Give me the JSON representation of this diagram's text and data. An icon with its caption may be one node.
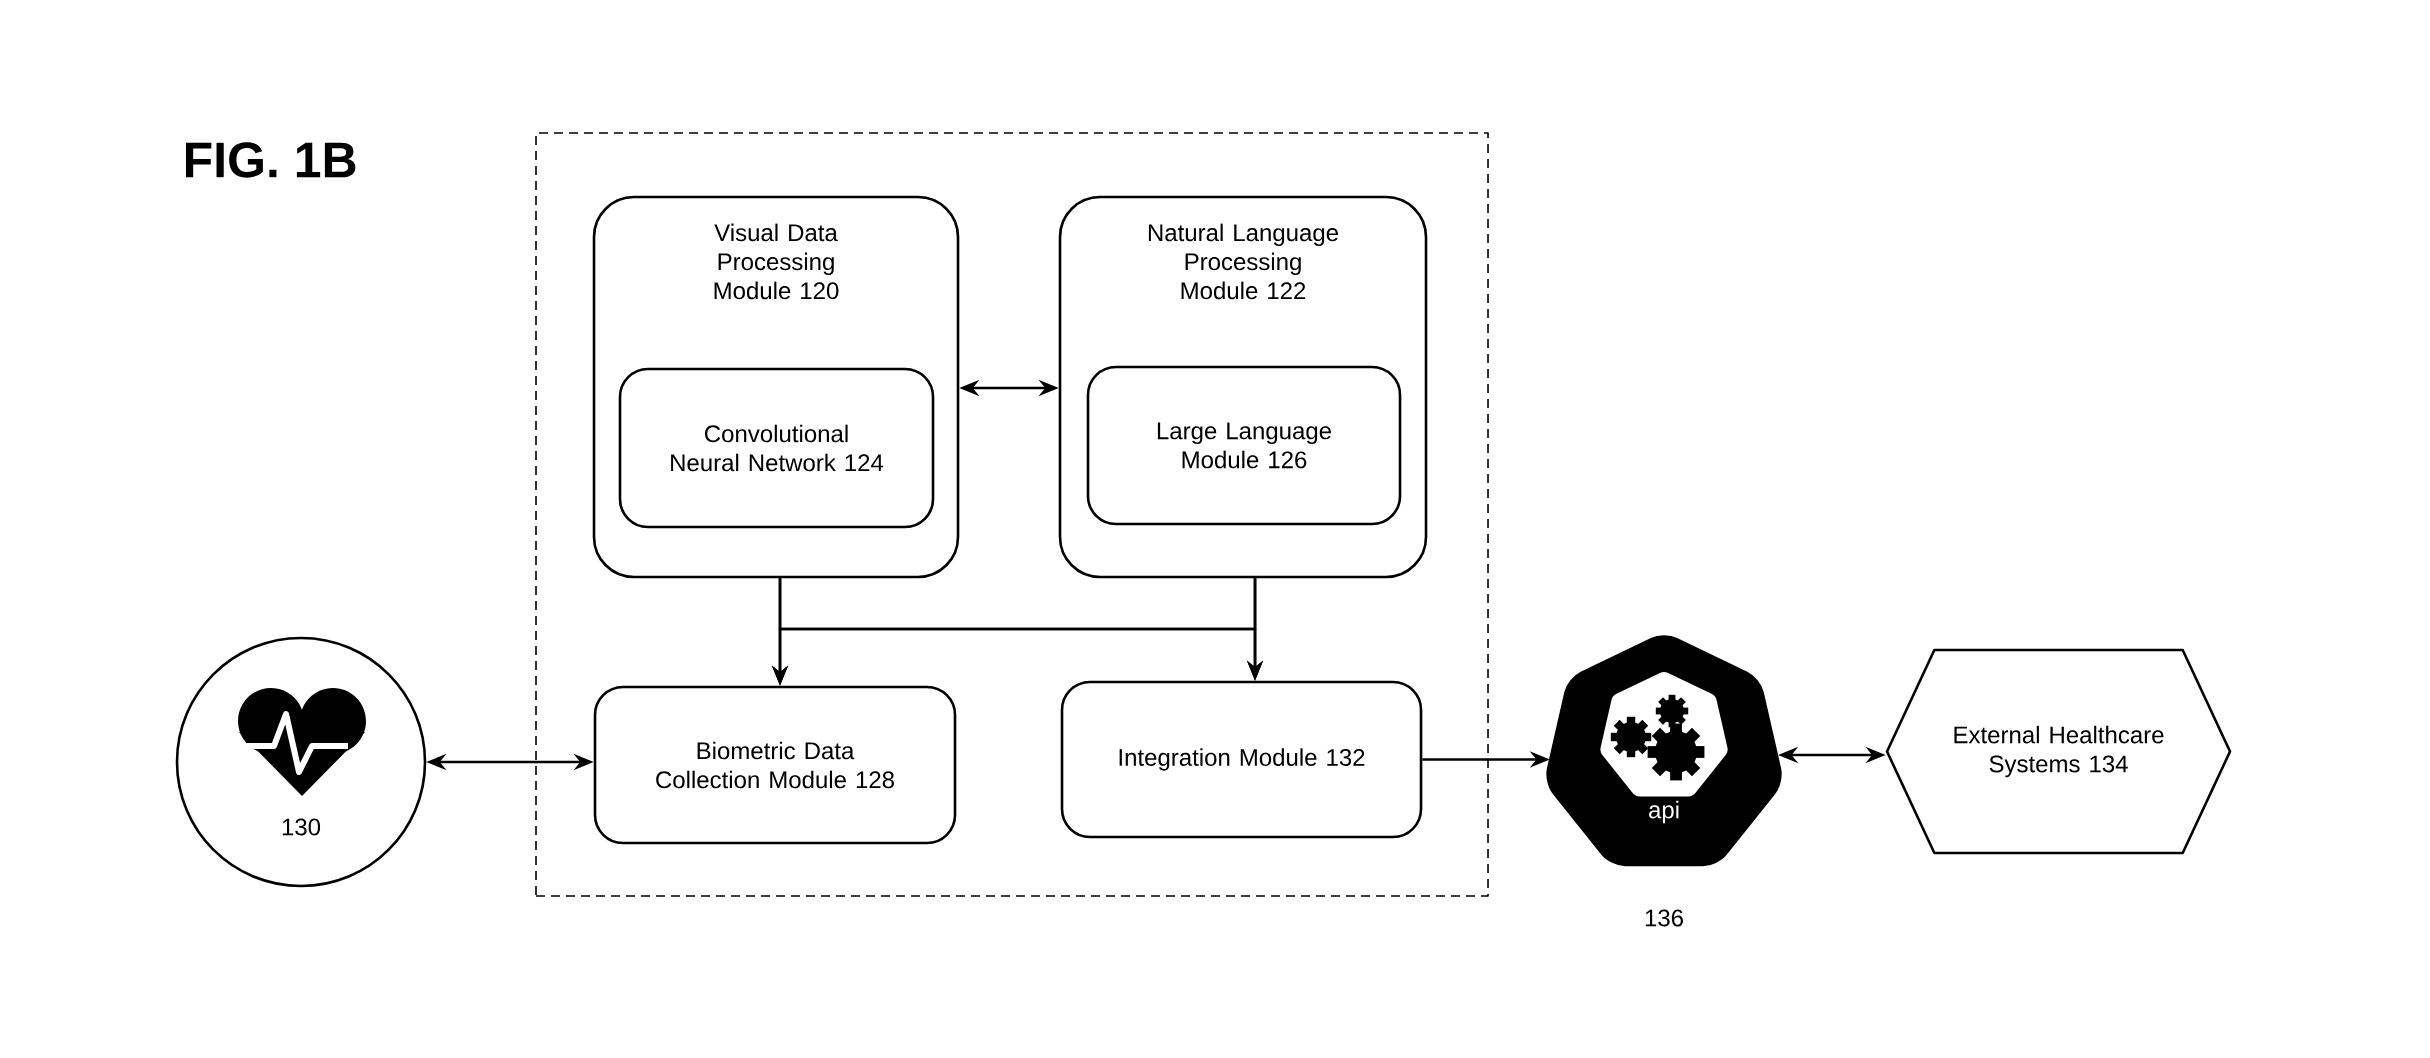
{
  "diagram": {
    "title": "FIG. 1B",
    "nodes": [
      {
        "text": [],
        "shape": "box"
      },
      {
        "text": [
          "Visual Data Processing Module 120"
        ],
        "in": 0
      },
      {
        "text": [
          "Convolutional Neural Network 124"
        ],
        "in": 1
      },
      {
        "text": [
          "Natural Language Processing Module 122"
        ],
        "in": 0
      },
      {
        "text": [
          "Large Language Module 126"
        ],
        "in": 3
      },
      {
        "text": [
          "Biometric Data Collection Module 128"
        ],
        "in": 0
      },
      {
        "text": [
          "Integration Module 132"
        ],
        "in": 0
      },
      {
        "text": [
          "130"
        ]
      },
      {
        "text": [
          "api"
        ],
        "beside": [
          "136"
        ]
      },
      {
        "text": [
          "External Healthcare Systems 134"
        ]
      }
    ],
    "edges": [
      {
        "from": 1,
        "to": 3,
        "arrow": "both"
      },
      {
        "from": 1,
        "to": 5,
        "arrow": "to"
      },
      {
        "from": 1,
        "to": 6,
        "arrow": "to"
      },
      {
        "from": 3,
        "to": 5,
        "arrow": "to"
      },
      {
        "from": 3,
        "to": 6,
        "arrow": "to"
      },
      {
        "from": 7,
        "to": 5,
        "arrow": "both"
      },
      {
        "from": 6,
        "to": 8,
        "arrow": "to"
      },
      {
        "from": 8,
        "to": 9,
        "arrow": "both"
      }
    ]
  }
}
